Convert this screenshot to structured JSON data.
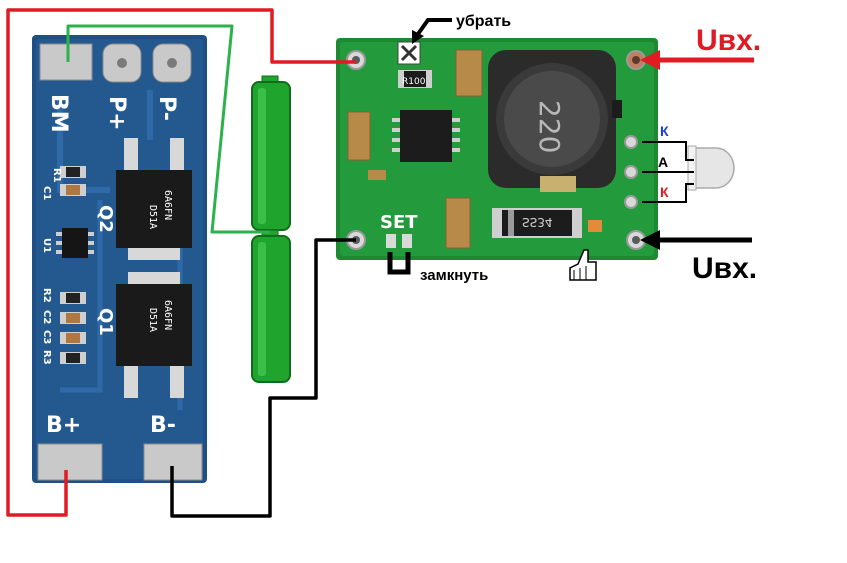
{
  "bms_board": {
    "pad_bm": "BM",
    "pad_p_plus": "P+",
    "pad_p_minus": "P-",
    "pad_b_plus": "B+",
    "pad_b_minus": "B-",
    "ref_q1": "Q1",
    "ref_q2": "Q2",
    "ref_u1": "U1",
    "ref_c1": "C1",
    "ref_r1": "R1",
    "ref_r2": "R2",
    "ref_c2": "C2",
    "ref_c3": "C3",
    "ref_r3": "R3",
    "mosfet_marking_top": "D51A",
    "mosfet_marking_bottom": "6A6FN",
    "mosfet2_marking_top": "D51A",
    "mosfet2_marking_bottom": "6A6FN"
  },
  "converter_board": {
    "inductor_value": "220",
    "resistor_marking": "R100",
    "diode_marking": "SS34",
    "set_label": "SET"
  },
  "led": {
    "pin_k_top": "К",
    "pin_a": "А",
    "pin_k_bottom": "К"
  },
  "annotations": {
    "remove_label": "убрать",
    "short_label": "замкнуть",
    "short_symbol": "U",
    "vin_top": "Uвх.",
    "vin_bottom": "Uвх."
  },
  "colors": {
    "pcb_blue": "#1e4f86",
    "pcb_green": "#1d8a33",
    "battery_green": "#1fa52e",
    "wire_red": "#e01b24",
    "wire_green": "#2bb24c",
    "wire_black": "#000000",
    "label_red": "#e01b24",
    "label_blue": "#1a3fd6"
  }
}
